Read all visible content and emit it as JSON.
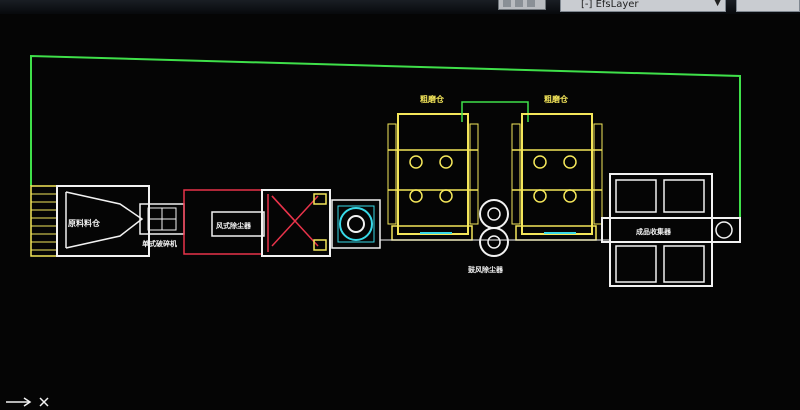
{
  "toolbar": {
    "layer_select": {
      "value": "[-] EfsLayer"
    }
  },
  "drawing": {
    "labels": {
      "feed_hopper": "原料料仓",
      "crusher": "单式破碎机",
      "separator": "风式除尘器",
      "dryer_left": "粗磨仓",
      "dryer_right": "粗磨仓",
      "blower": "鼓风除尘器",
      "collector": "成品收集器"
    }
  },
  "colors": {
    "background": "#050505",
    "frame_green": "#3fe04a",
    "outline_white": "#f2f2f2",
    "duct_red": "#e8334a",
    "equipment_yellow": "#f4e65a",
    "accent_cyan": "#38d9e8"
  }
}
